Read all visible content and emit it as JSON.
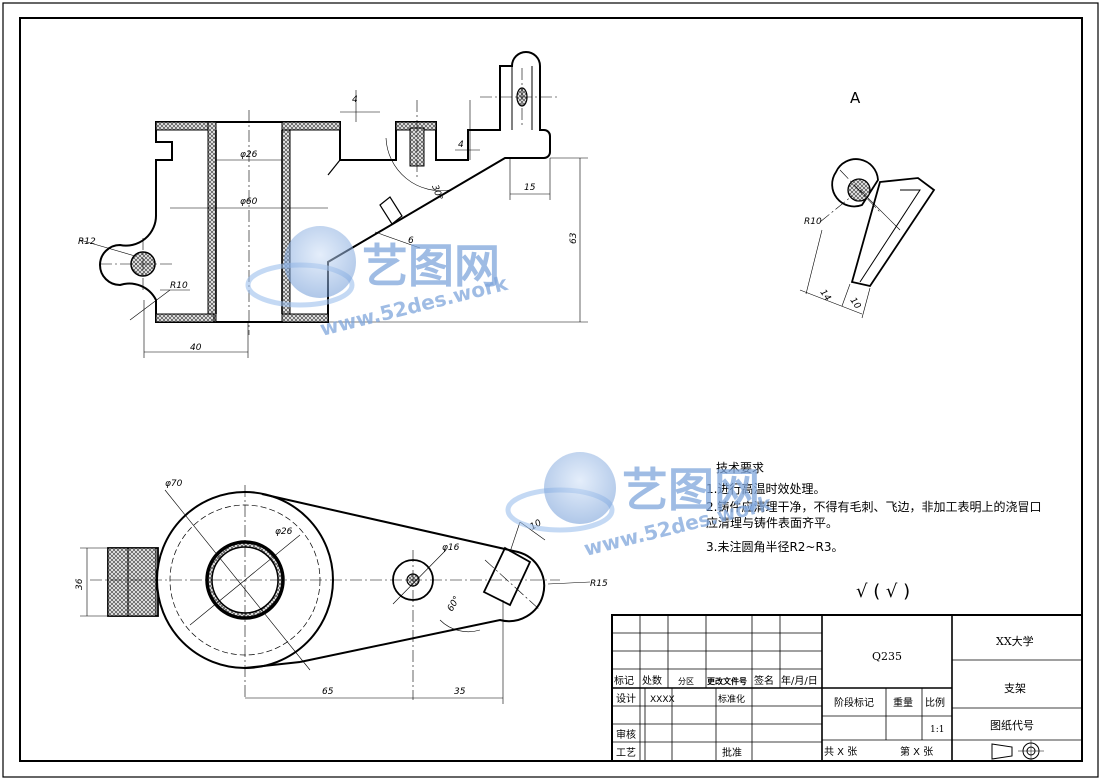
{
  "views": {
    "section_view_label": "A",
    "front_dims": {
      "thickness_top": "4",
      "thickness_right": "4",
      "bore_diameter": "φ26",
      "outer_diameter": "φ60",
      "radius_left_lug": "R12",
      "radius_fillet": "R10",
      "width_40": "40",
      "width_15": "15",
      "height_63": "63",
      "slot_width": "6",
      "angle_30": "30°"
    },
    "aux_dims": {
      "radius": "R10",
      "width_14": "14",
      "width_10": "10"
    },
    "top_dims": {
      "outer_diameter": "φ70",
      "bore_diameter": "φ26",
      "hole_diameter": "φ16",
      "radius_end": "R15",
      "slot_width": "10",
      "height_36": "36",
      "length_65": "65",
      "length_35": "35",
      "angle_60": "60°"
    }
  },
  "technical_requirements": {
    "title": "技术要求",
    "items": [
      "1.进行高温时效处理。",
      "2.铸件应清理干净，不得有毛刺、飞边，非加工表明上的浇冒口",
      "应清理与铸件表面齐平。",
      "3.未注圆角半径R2~R3。"
    ],
    "roughness_symbol": "√ ( √ )"
  },
  "watermarks": [
    {
      "cn": "艺图网",
      "url": "www.52des.work"
    },
    {
      "cn": "艺图网",
      "url": "www.52des.work"
    }
  ],
  "title_block": {
    "material": "Q235",
    "school": "XX大学",
    "part_name": "支架",
    "drawing_no": "图纸代号",
    "header_cells": [
      "标记",
      "处数",
      "分区",
      "更改文件号",
      "签名",
      "年/月/日"
    ],
    "design_label": "设计",
    "design_value": "XXXX",
    "standardize_label": "标准化",
    "review_label": "审核",
    "process_label": "工艺",
    "approve_label": "批准",
    "stage_label": "阶段标记",
    "weight_label": "重量",
    "scale_label": "比例",
    "scale_value": "1:1",
    "sheets_total": "共  X  张",
    "sheet_no": "第  X  张"
  }
}
